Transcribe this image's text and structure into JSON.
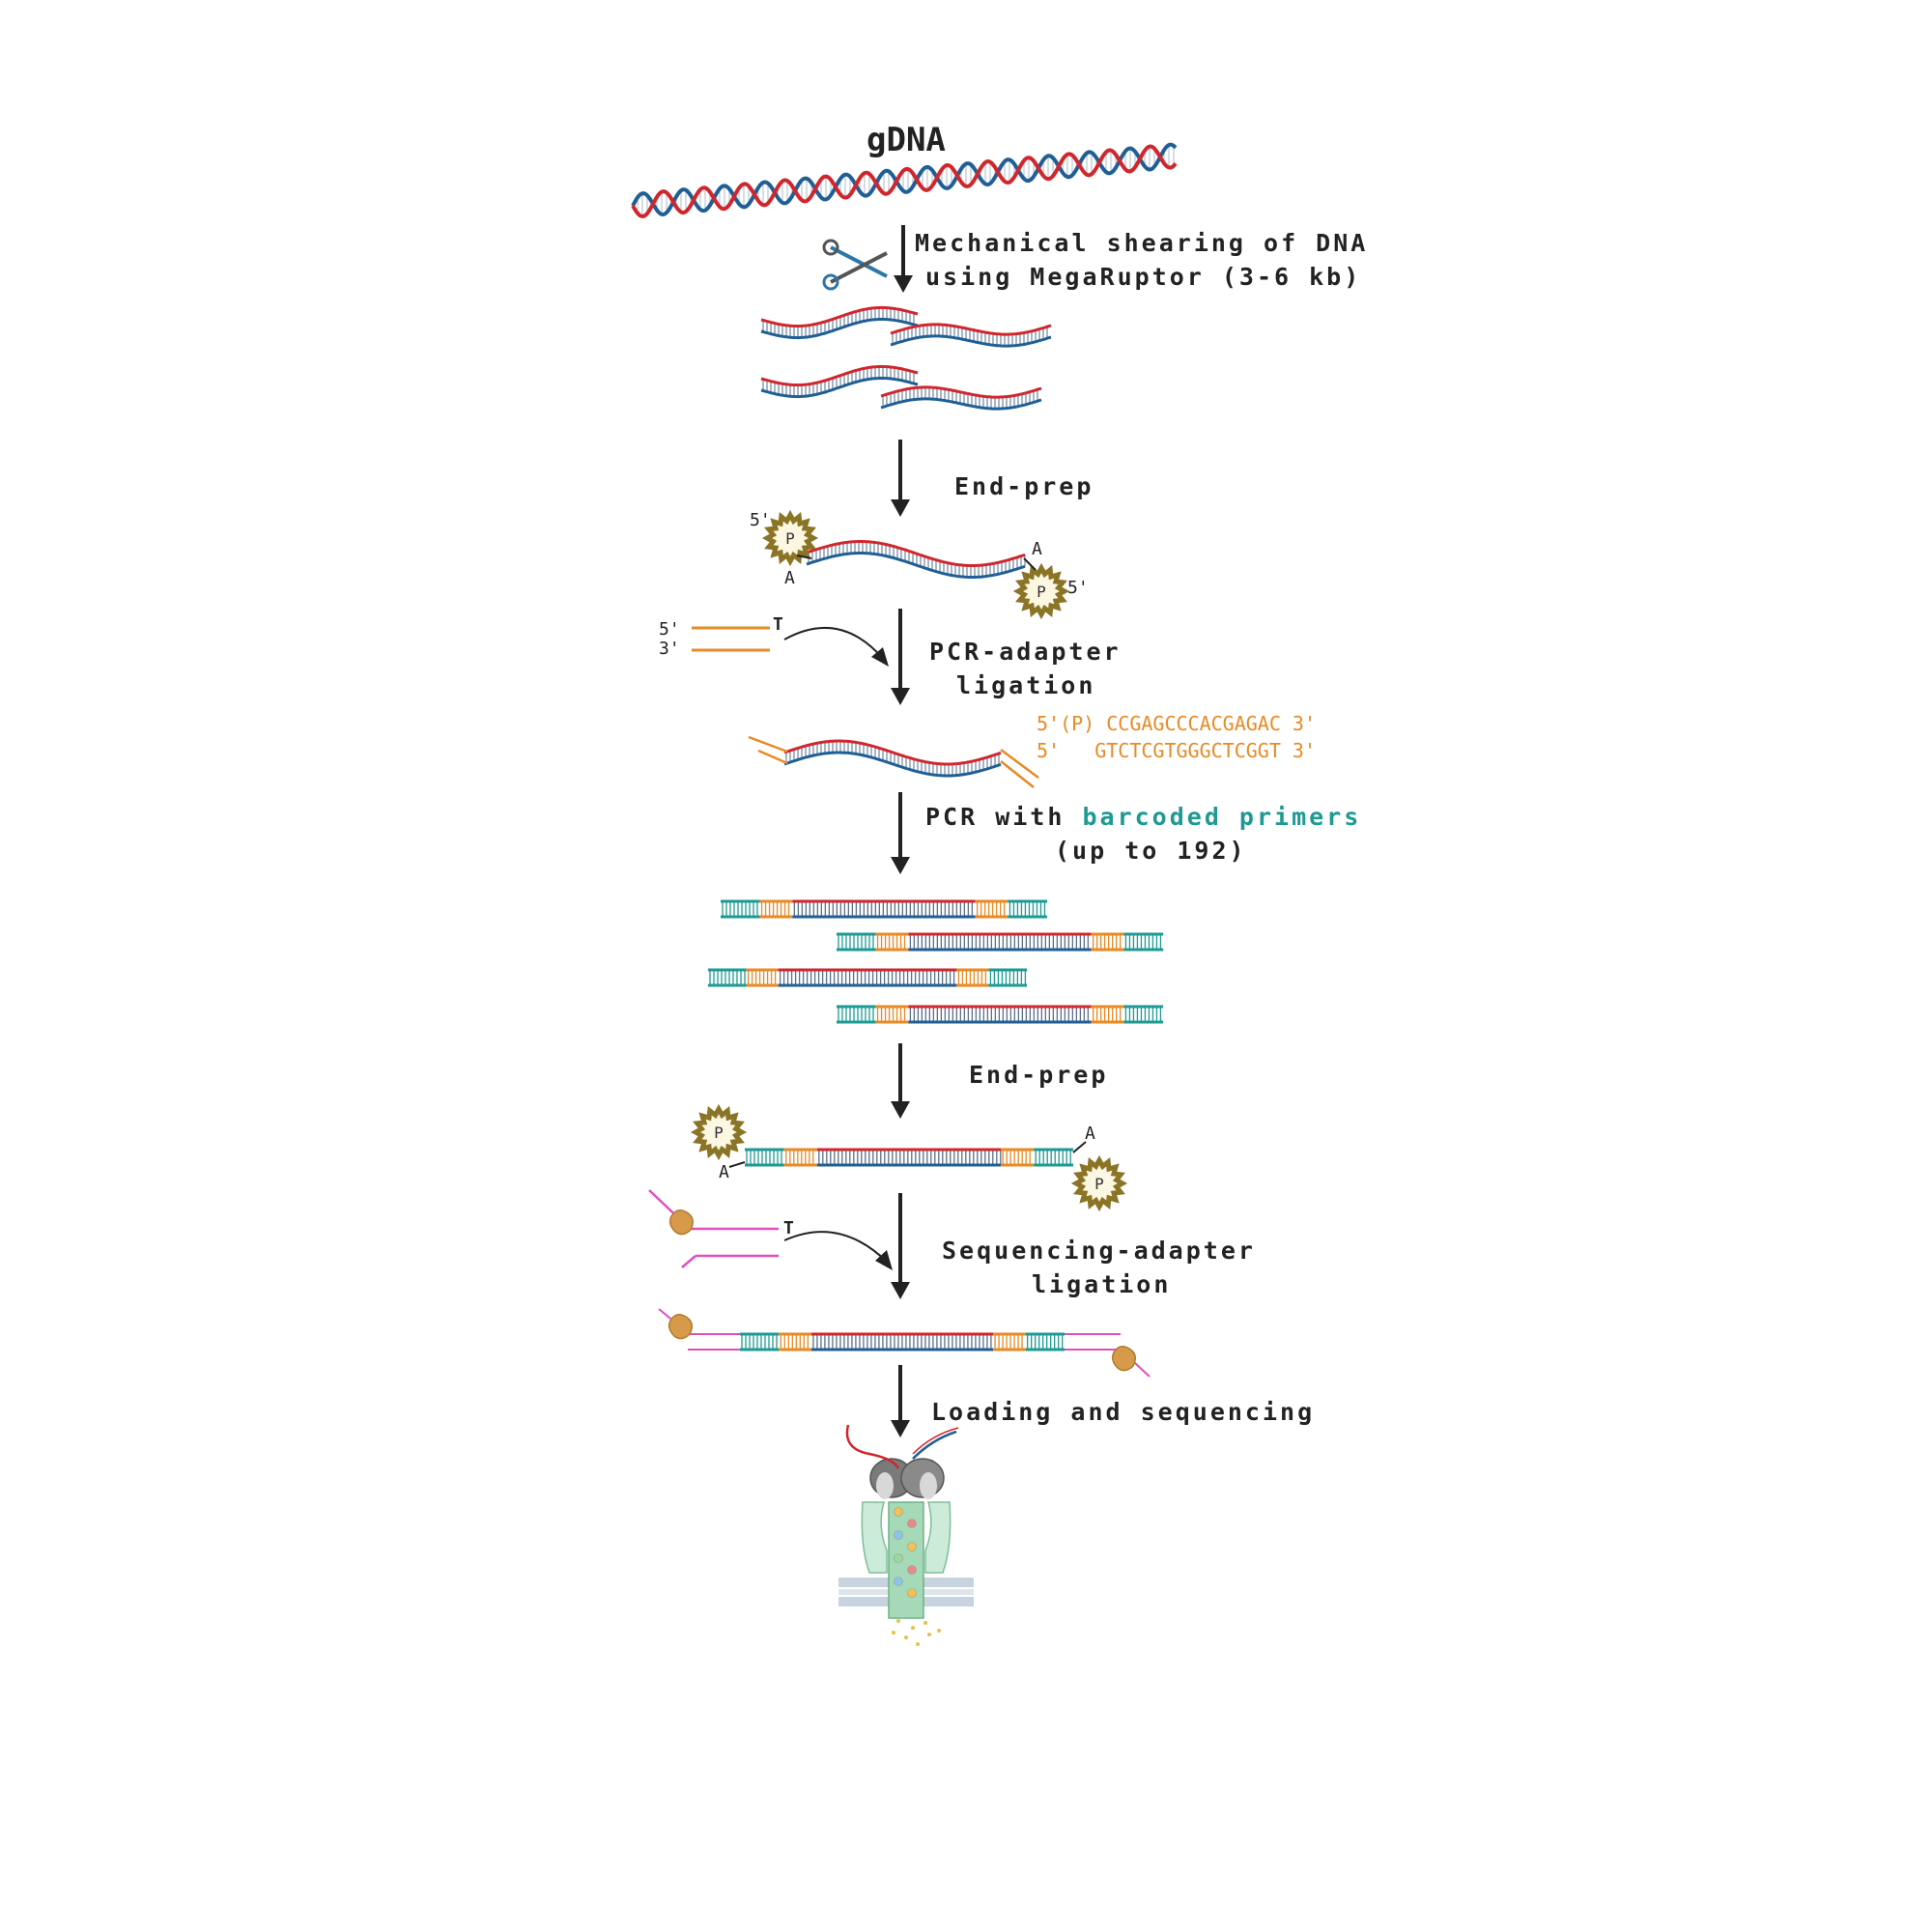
{
  "title": "gDNA",
  "steps": {
    "shearing_line1": "Mechanical shearing of DNA",
    "shearing_line2": "using MegaRuptor (3-6 kb)",
    "endprep1": "End-prep",
    "pcr_adapter_line1": "PCR-adapter",
    "pcr_adapter_line2": "ligation",
    "pcr_prefix": "PCR with ",
    "pcr_barcoded": "barcoded primers",
    "pcr_line2": "(up to 192)",
    "endprep2": "End-prep",
    "seq_adapter_line1": "Sequencing-adapter",
    "seq_adapter_line2": "ligation",
    "loading": "Loading and sequencing"
  },
  "adapter_sequences": {
    "top": "5'(P) CCGAGCCCACGAGAC 3'",
    "bottom": "5'   GTCTCGTGGGCTCGGT 3'"
  },
  "ends": {
    "five_prime": "5'",
    "three_prime": "3'",
    "a_tail": "A",
    "t_overhang": "T",
    "phosphate": "P"
  },
  "colors": {
    "strand_red": "#d0262d",
    "strand_blue": "#1f5f95",
    "adapter_orange": "#e88a25",
    "barcode_teal": "#1d9a93",
    "seq_adapter_pink": "#e04fc0",
    "phosphate_gold": "#8b7425"
  }
}
